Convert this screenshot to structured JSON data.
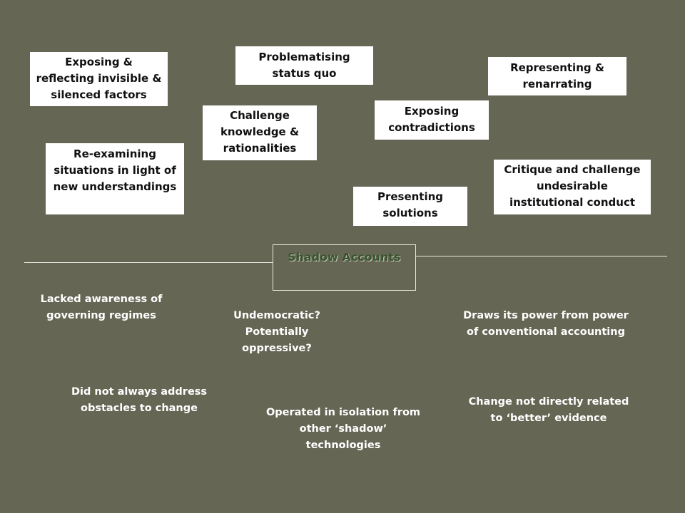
{
  "center": {
    "title": "Shadow Accounts"
  },
  "top_boxes": [
    {
      "id": "exposing-reflecting",
      "text": "Exposing & reflecting invisible & silenced factors"
    },
    {
      "id": "problematising",
      "text": "Problematising status quo"
    },
    {
      "id": "representing",
      "text": "Representing & renarrating"
    },
    {
      "id": "challenge-knowledge",
      "text": "Challenge knowledge & rationalities"
    },
    {
      "id": "exposing-contradictions",
      "text": "Exposing contradictions"
    },
    {
      "id": "re-examining",
      "text": "Re-examining situations in light of new understandings"
    },
    {
      "id": "critique",
      "text": "Critique and challenge undesirable institutional conduct"
    },
    {
      "id": "presenting-solutions",
      "text": "Presenting solutions"
    }
  ],
  "bottom_notes": [
    {
      "id": "lacked-awareness",
      "text": "Lacked awareness of governing regimes"
    },
    {
      "id": "undemocratic",
      "text": "Undemocratic? Potentially oppressive?"
    },
    {
      "id": "draws-power",
      "text": "Draws its power from power of conventional accounting"
    },
    {
      "id": "did-not-address",
      "text": "Did not always address obstacles to change"
    },
    {
      "id": "operated-isolation",
      "text": "Operated in isolation from other ‘shadow’ technologies"
    },
    {
      "id": "change-not-related",
      "text": "Change not directly related to ‘better’ evidence"
    }
  ]
}
